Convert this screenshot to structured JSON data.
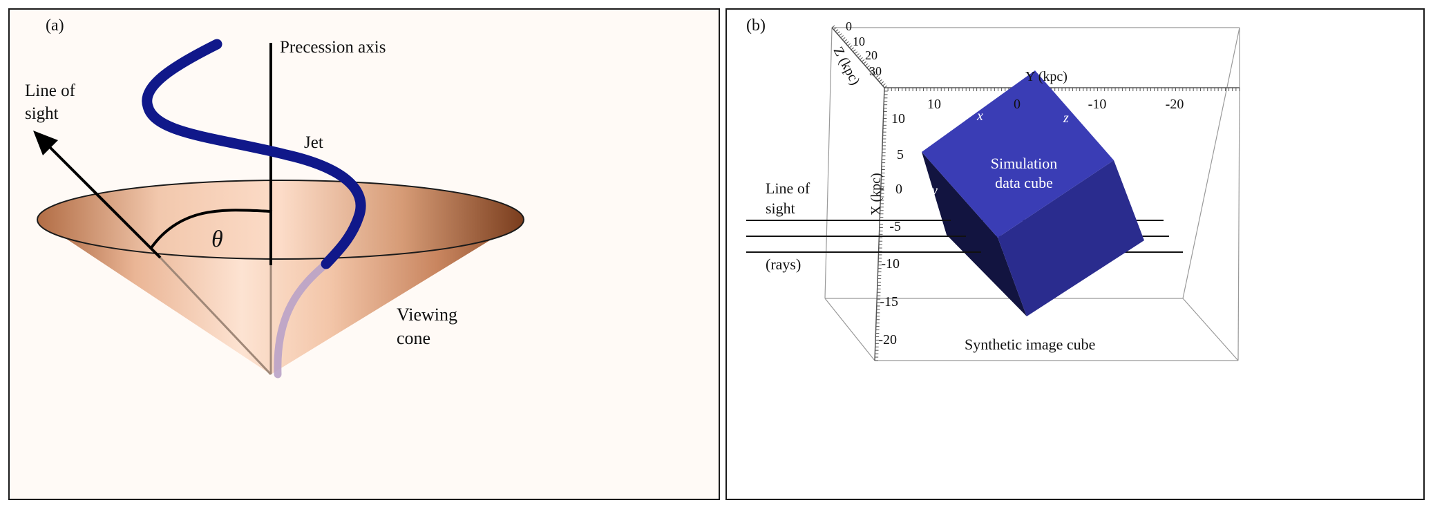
{
  "panel_a": {
    "label": "(a)",
    "precession_axis_label": "Precession axis",
    "jet_label": "Jet",
    "line_of_sight_label": [
      "Line of",
      "sight"
    ],
    "theta_label": "θ",
    "viewing_cone_label": [
      "Viewing",
      "cone"
    ],
    "colors": {
      "jet": "#10188a",
      "cone_light": "#fde1cf",
      "cone_dark": "#7a3d1d"
    }
  },
  "panel_b": {
    "label": "(b)",
    "z_axis": {
      "label": "Z (kpc)",
      "ticks": [
        "0",
        "10",
        "20",
        "30"
      ]
    },
    "y_axis": {
      "label": "Y (kpc)",
      "ticks": [
        "10",
        "0",
        "-10",
        "-20"
      ]
    },
    "x_axis": {
      "label": "X (kpc)",
      "ticks": [
        "10",
        "5",
        "0",
        "-5",
        "-10",
        "-15",
        "-20"
      ]
    },
    "cube_axes": {
      "x": "x",
      "y": "y",
      "z": "z"
    },
    "cube_label": [
      "Simulation",
      "data cube"
    ],
    "line_of_sight_label": [
      "Line of",
      "sight"
    ],
    "rays_label": "(rays)",
    "image_cube_label": "Synthetic image cube",
    "colors": {
      "cube_top": "#3a3db5",
      "cube_right": "#2a2c8e",
      "cube_left": "#121440"
    }
  }
}
